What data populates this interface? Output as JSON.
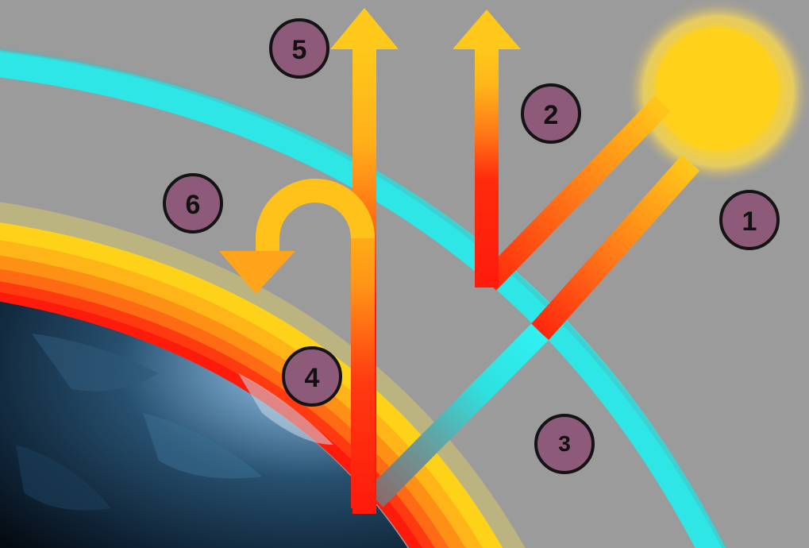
{
  "colors": {
    "background": "#9b9b9b",
    "sun": "#ffd21a",
    "atmosphere": "#2fe8e8",
    "radiation_hot": "#ff1b0c",
    "radiation_mid": "#ff8a1a",
    "radiation_cool": "#ffc21a",
    "badge_fill": "#8e5a7a",
    "badge_stroke": "#141414",
    "badge_text": "#111111"
  },
  "markers": [
    {
      "id": "1",
      "text": "1"
    },
    {
      "id": "2",
      "text": "2"
    },
    {
      "id": "3",
      "text": "3"
    },
    {
      "id": "4",
      "text": "4"
    },
    {
      "id": "5",
      "text": "5"
    },
    {
      "id": "6",
      "text": "6"
    }
  ],
  "icons": [
    "sun-icon",
    "earth-icon",
    "arrow-up-icon",
    "arrow-down-left-icon"
  ]
}
